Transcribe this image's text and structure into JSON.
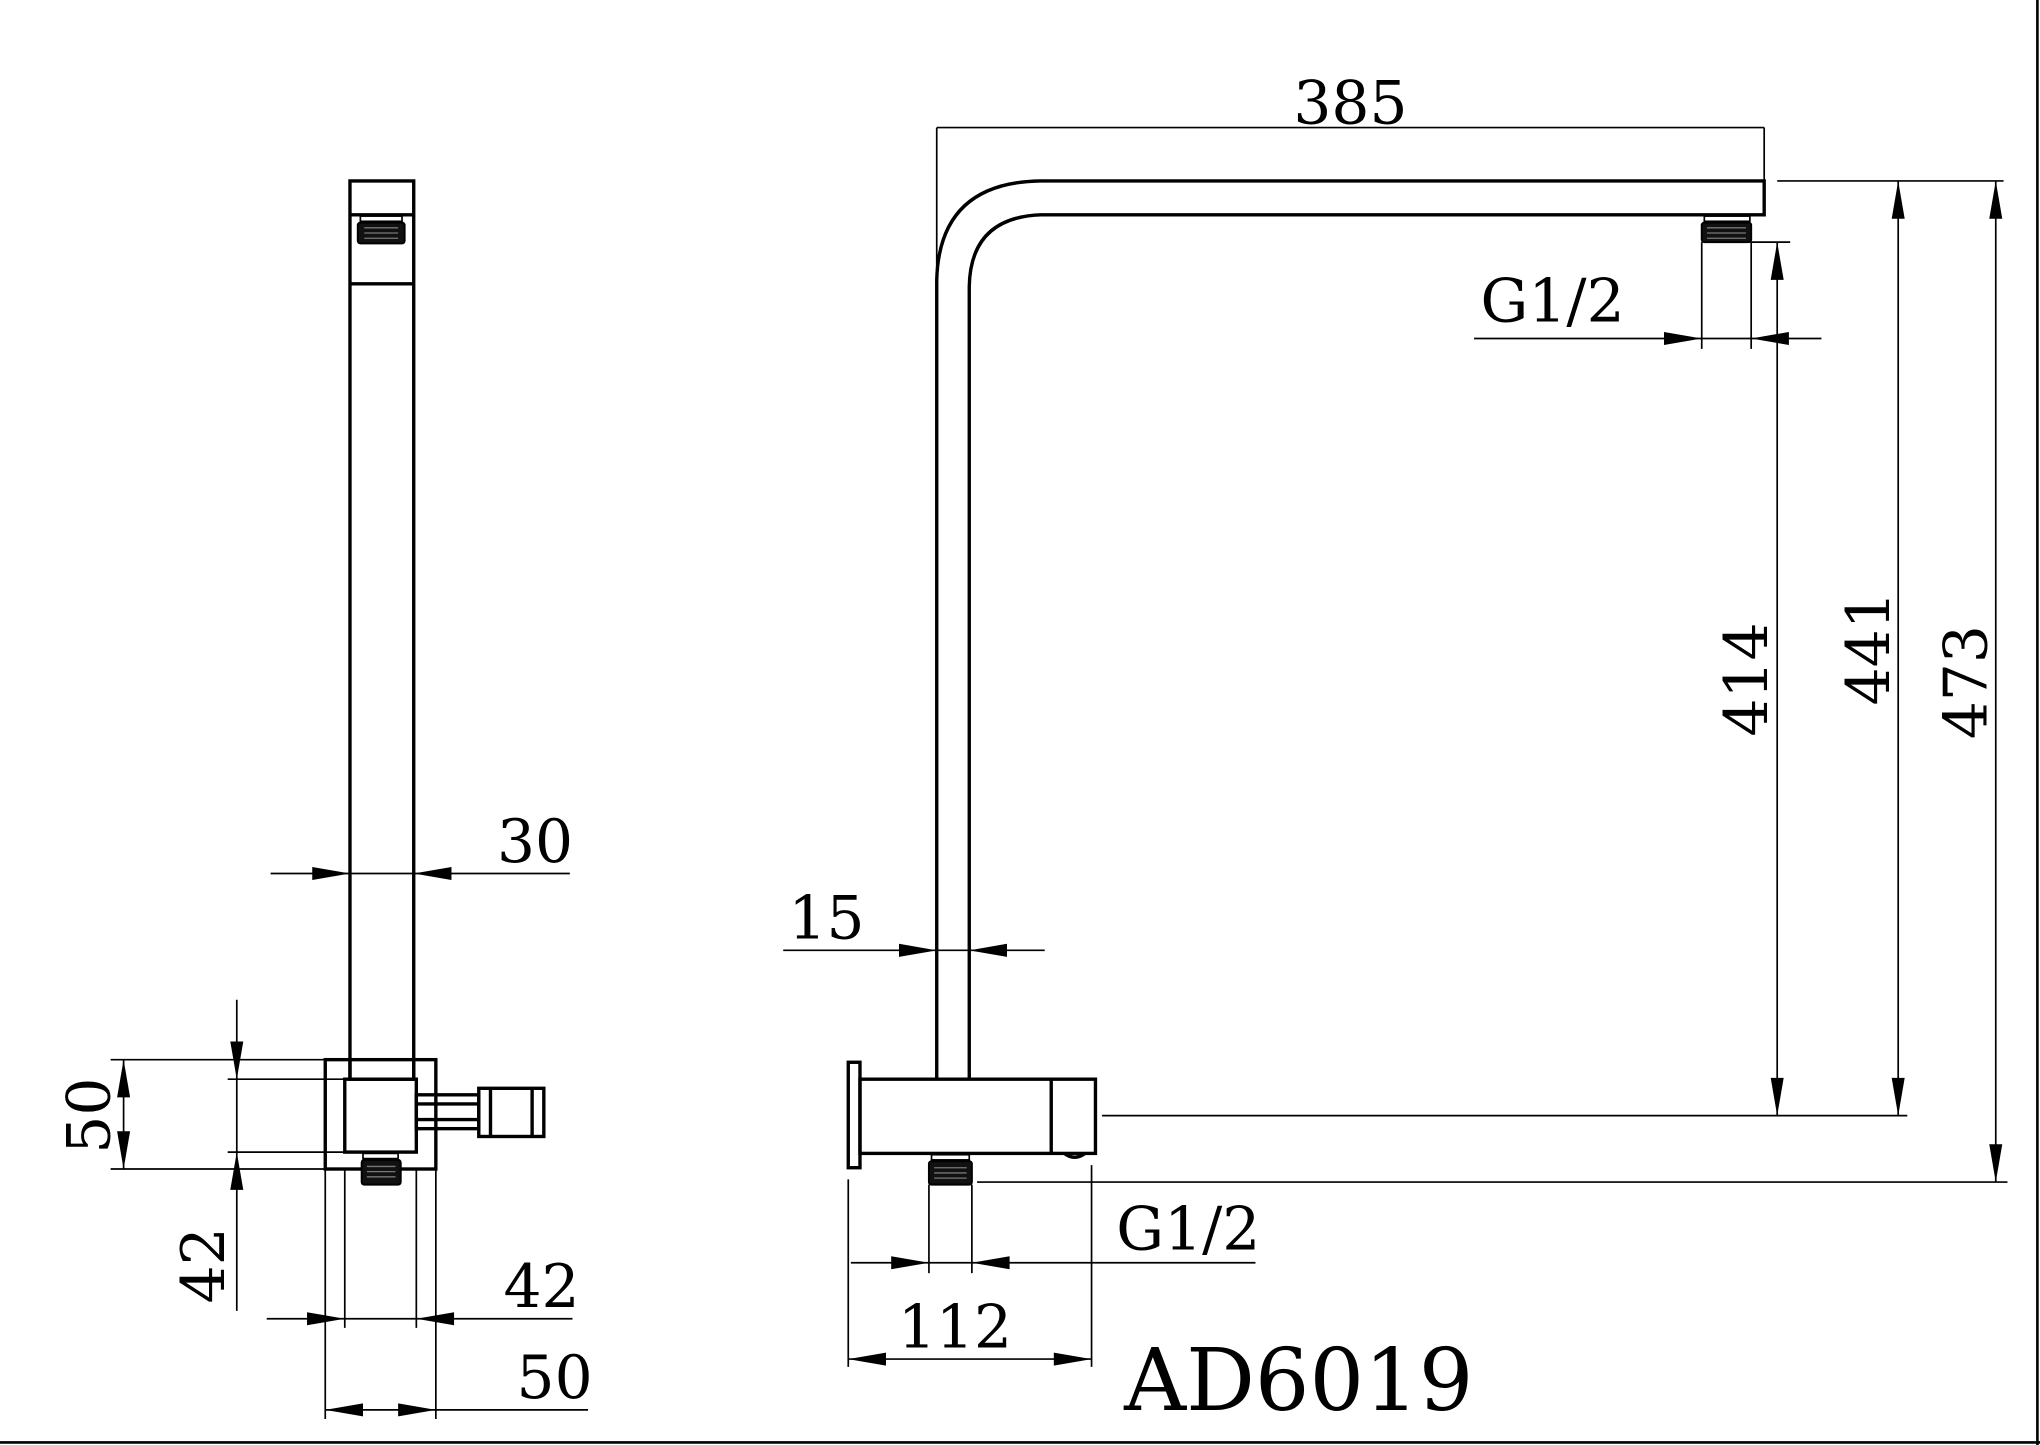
{
  "drawing": {
    "model_code": "AD6019",
    "background": "#ffffff",
    "line_color": "#000000"
  },
  "side_view": {
    "dimensions": {
      "arm_width": "30",
      "flange_height": "50",
      "bracket_height": "42",
      "bracket_width": "42",
      "flange_width": "50"
    }
  },
  "front_view": {
    "dimensions": {
      "arm_length": "385",
      "outlet_thread": "G1/2",
      "inlet_thread": "G1/2",
      "tube_width": "15",
      "base_length": "112",
      "height_to_outlet": "414",
      "height_to_arm_top": "441",
      "overall_height": "473"
    }
  }
}
